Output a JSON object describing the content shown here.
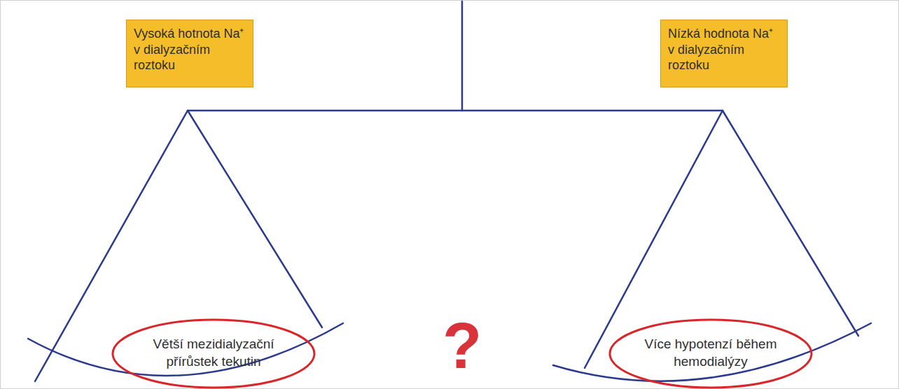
{
  "diagram": {
    "nodes": [
      {
        "text": [
          "Vysoká hotnota Na⁺ v dialyzačním roztoku"
        ]
      },
      {
        "text": [
          "Nízká hodnota Na⁺ v dialyzačním roztoku"
        ]
      },
      {
        "text": [
          "Větší mezidialyzační přírůstek tekutin"
        ]
      },
      {
        "text": [
          "Více hypotenzí během hemodialýzy"
        ]
      }
    ],
    "labels": [
      "?"
    ]
  }
}
